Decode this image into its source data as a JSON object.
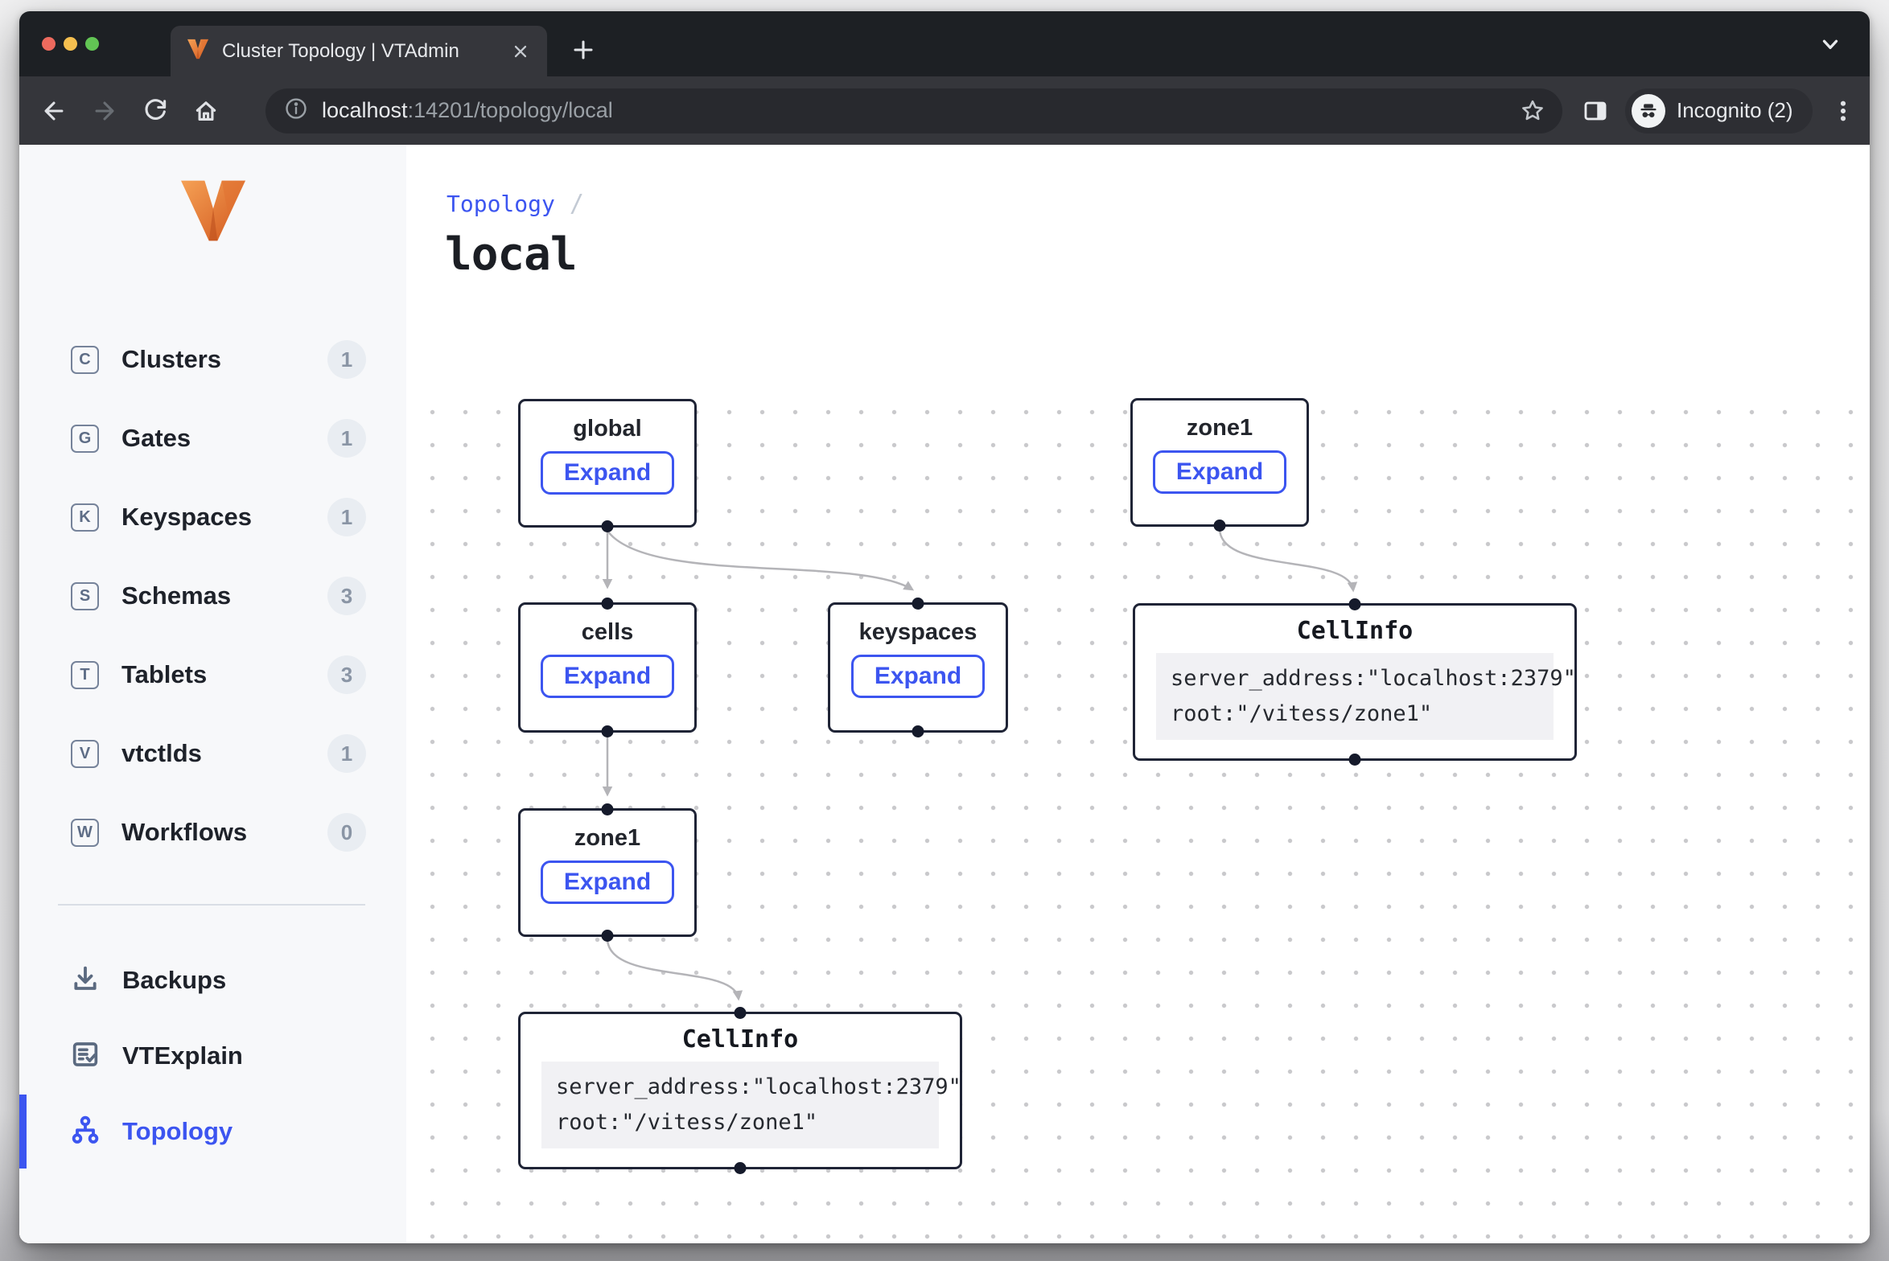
{
  "browser": {
    "tab_title": "Cluster Topology | VTAdmin",
    "new_tab_label": "+",
    "url": {
      "host": "localhost",
      "path": ":14201/topology/local"
    },
    "incognito_label": "Incognito (2)",
    "icons": [
      "vitess-favicon",
      "tab-close",
      "tab-search-chevron",
      "new-tab-plus",
      "back-arrow",
      "forward-arrow",
      "reload",
      "home",
      "page-info",
      "bookmark-star",
      "side-panel",
      "incognito-badge",
      "menu-kebab"
    ]
  },
  "sidebar": {
    "nav": [
      {
        "letter": "C",
        "label": "Clusters",
        "count": "1"
      },
      {
        "letter": "G",
        "label": "Gates",
        "count": "1"
      },
      {
        "letter": "K",
        "label": "Keyspaces",
        "count": "1"
      },
      {
        "letter": "S",
        "label": "Schemas",
        "count": "3"
      },
      {
        "letter": "T",
        "label": "Tablets",
        "count": "3"
      },
      {
        "letter": "V",
        "label": "vtctlds",
        "count": "1"
      },
      {
        "letter": "W",
        "label": "Workflows",
        "count": "0"
      }
    ],
    "links": [
      {
        "label": "Backups",
        "icon": "download-icon"
      },
      {
        "label": "VTExplain",
        "icon": "document-check-icon"
      },
      {
        "label": "Topology",
        "icon": "hierarchy-icon",
        "active": true
      }
    ]
  },
  "header": {
    "breadcrumb": "Topology",
    "separator": "/",
    "title": "local"
  },
  "topology": {
    "expand_label": "Expand",
    "nodes": [
      {
        "id": "global",
        "label": "global",
        "type": "expand"
      },
      {
        "id": "zone1-right",
        "label": "zone1",
        "type": "expand"
      },
      {
        "id": "cells",
        "label": "cells",
        "type": "expand"
      },
      {
        "id": "keyspaces",
        "label": "keyspaces",
        "type": "expand"
      },
      {
        "id": "cellinfo-right",
        "label": "CellInfo",
        "type": "record",
        "lines": [
          "server_address:\"localhost:2379\"",
          "root:\"/vitess/zone1\""
        ]
      },
      {
        "id": "zone1-left",
        "label": "zone1",
        "type": "expand"
      },
      {
        "id": "cellinfo-bottom",
        "label": "CellInfo",
        "type": "record",
        "lines": [
          "server_address:\"localhost:2379\"",
          "root:\"/vitess/zone1\""
        ]
      }
    ],
    "edges": [
      {
        "from": "global",
        "to": "cells"
      },
      {
        "from": "global",
        "to": "keyspaces"
      },
      {
        "from": "zone1-right",
        "to": "cellinfo-right"
      },
      {
        "from": "cells",
        "to": "zone1-left"
      },
      {
        "from": "zone1-left",
        "to": "cellinfo-bottom"
      }
    ]
  },
  "colors": {
    "accent": "#3c55f0",
    "node_border": "#1f2436",
    "edge": "#b4b4b8",
    "sidebar_bg": "#f7f8fa",
    "canvas_dot": "#c9c9cc",
    "tab_strip": "#1d2024",
    "toolbar": "#35363b"
  }
}
